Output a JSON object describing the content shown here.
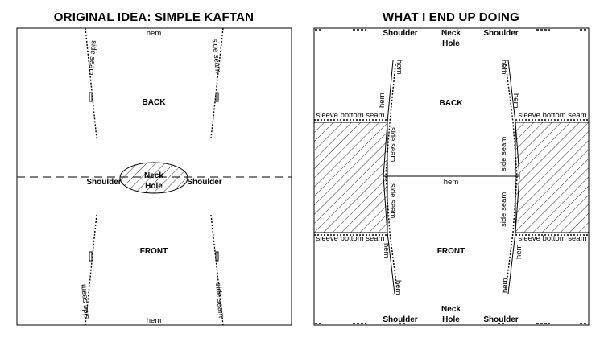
{
  "left": {
    "title": "ORIGINAL IDEA: SIMPLE KAFTAN",
    "hem_top": "hem",
    "hem_bottom": "hem",
    "side_seam": "side seam",
    "back": "BACK",
    "front": "FRONT",
    "shoulder": "Shoulder",
    "neck": "Neck",
    "hole": "Hole"
  },
  "right": {
    "title": "WHAT I END UP DOING",
    "shoulder": "Shoulder",
    "neck": "Neck",
    "hole": "Hole",
    "hem": "hem",
    "side_seam": "side seam",
    "back": "BACK",
    "front": "FRONT",
    "sleeve_bottom_seam": "sleeve bottom seam"
  }
}
